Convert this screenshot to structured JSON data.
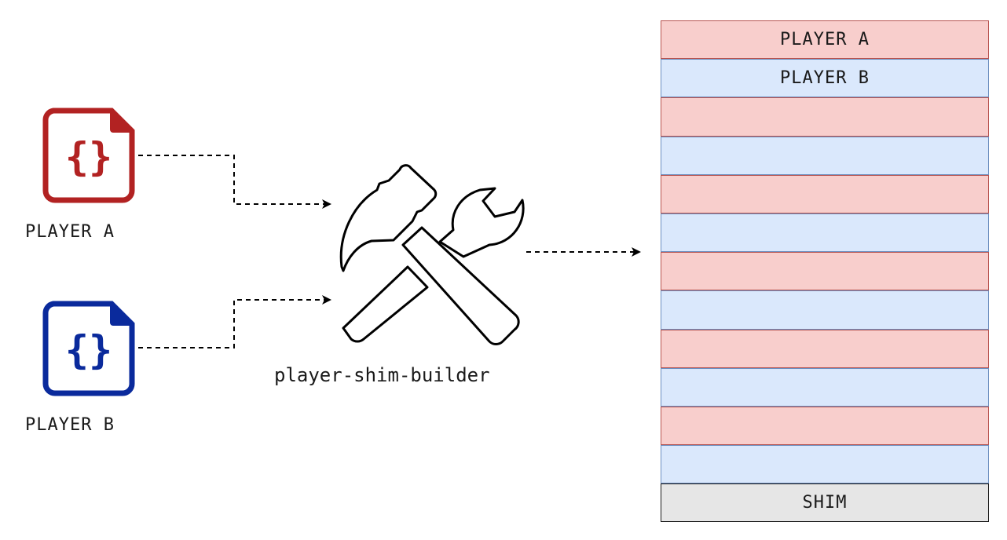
{
  "inputs": [
    {
      "label": "PLAYER A",
      "icon": "json-file-icon",
      "color": "#b22222"
    },
    {
      "label": "PLAYER B",
      "icon": "json-file-icon",
      "color": "#0a2a9c"
    }
  ],
  "builder": {
    "label": "player-shim-builder",
    "icon": "hammer-wrench-icon"
  },
  "output_stack": {
    "rows": [
      {
        "label": "PLAYER A",
        "kind": "a"
      },
      {
        "label": "PLAYER B",
        "kind": "b"
      },
      {
        "label": "",
        "kind": "a"
      },
      {
        "label": "",
        "kind": "b"
      },
      {
        "label": "",
        "kind": "a"
      },
      {
        "label": "",
        "kind": "b"
      },
      {
        "label": "",
        "kind": "a"
      },
      {
        "label": "",
        "kind": "b"
      },
      {
        "label": "",
        "kind": "a"
      },
      {
        "label": "",
        "kind": "b"
      },
      {
        "label": "",
        "kind": "a"
      },
      {
        "label": "",
        "kind": "b"
      },
      {
        "label": "SHIM",
        "kind": "shim"
      }
    ],
    "colors": {
      "player_a_fill": "#f8cecc",
      "player_a_stroke": "#b85450",
      "player_b_fill": "#dae8fc",
      "player_b_stroke": "#6c8ebf",
      "shim_fill": "#e6e6e6"
    }
  }
}
